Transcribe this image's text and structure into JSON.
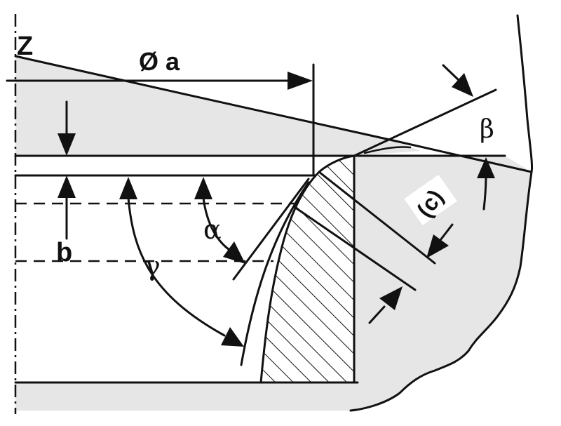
{
  "labels": {
    "z": "Z",
    "diameter_a": "Ø a",
    "beta": "β",
    "c": "(c)",
    "alpha": "α",
    "b": "b",
    "gamma": "γ"
  },
  "colors": {
    "shade": "#e6e6e6",
    "line": "#111111",
    "background": "#ffffff"
  }
}
